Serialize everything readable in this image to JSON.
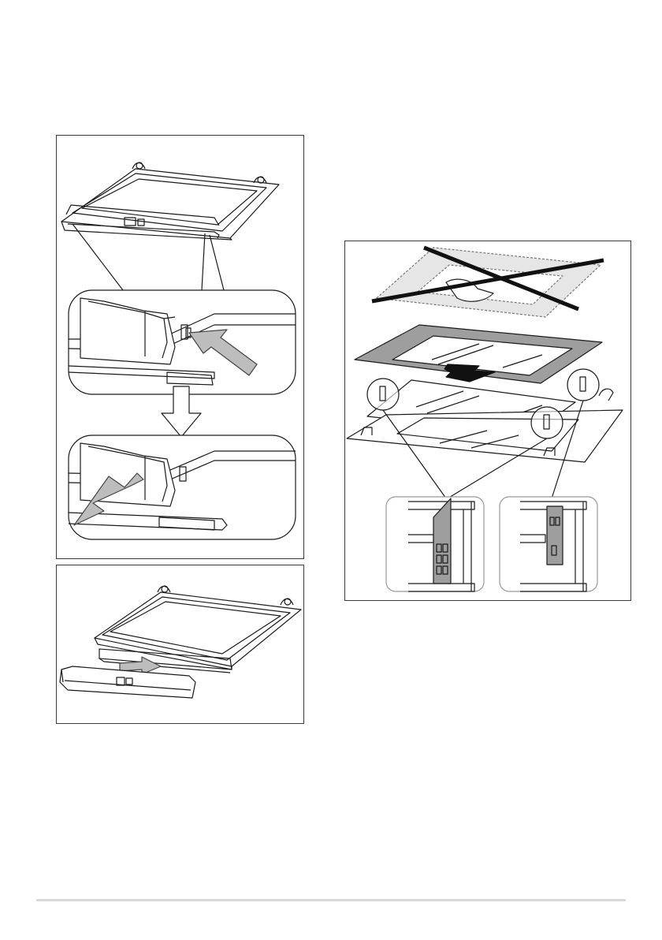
{
  "page": {
    "figures": [
      {
        "id": "figure-door-trim-release",
        "icons": [
          "oven-door-icon",
          "release-catch-icon",
          "push-arrow-icon",
          "down-arrow-icon",
          "pull-arrow-icon"
        ]
      },
      {
        "id": "figure-door-trim-removed",
        "icons": [
          "oven-door-icon",
          "door-trim-icon",
          "pull-arrow-icon"
        ]
      },
      {
        "id": "figure-glass-panels",
        "icons": [
          "crossed-out-panel-icon",
          "glass-panel-icon",
          "down-arrow-icon",
          "clip-detail-icon"
        ]
      }
    ],
    "colors": {
      "line": "#1a1a1a",
      "arrow_fill": "#bdbdbd",
      "dark_arrow": "#111111",
      "panel_gray": "#9e9e9e",
      "footer_rule": "#d9d9d9"
    }
  }
}
